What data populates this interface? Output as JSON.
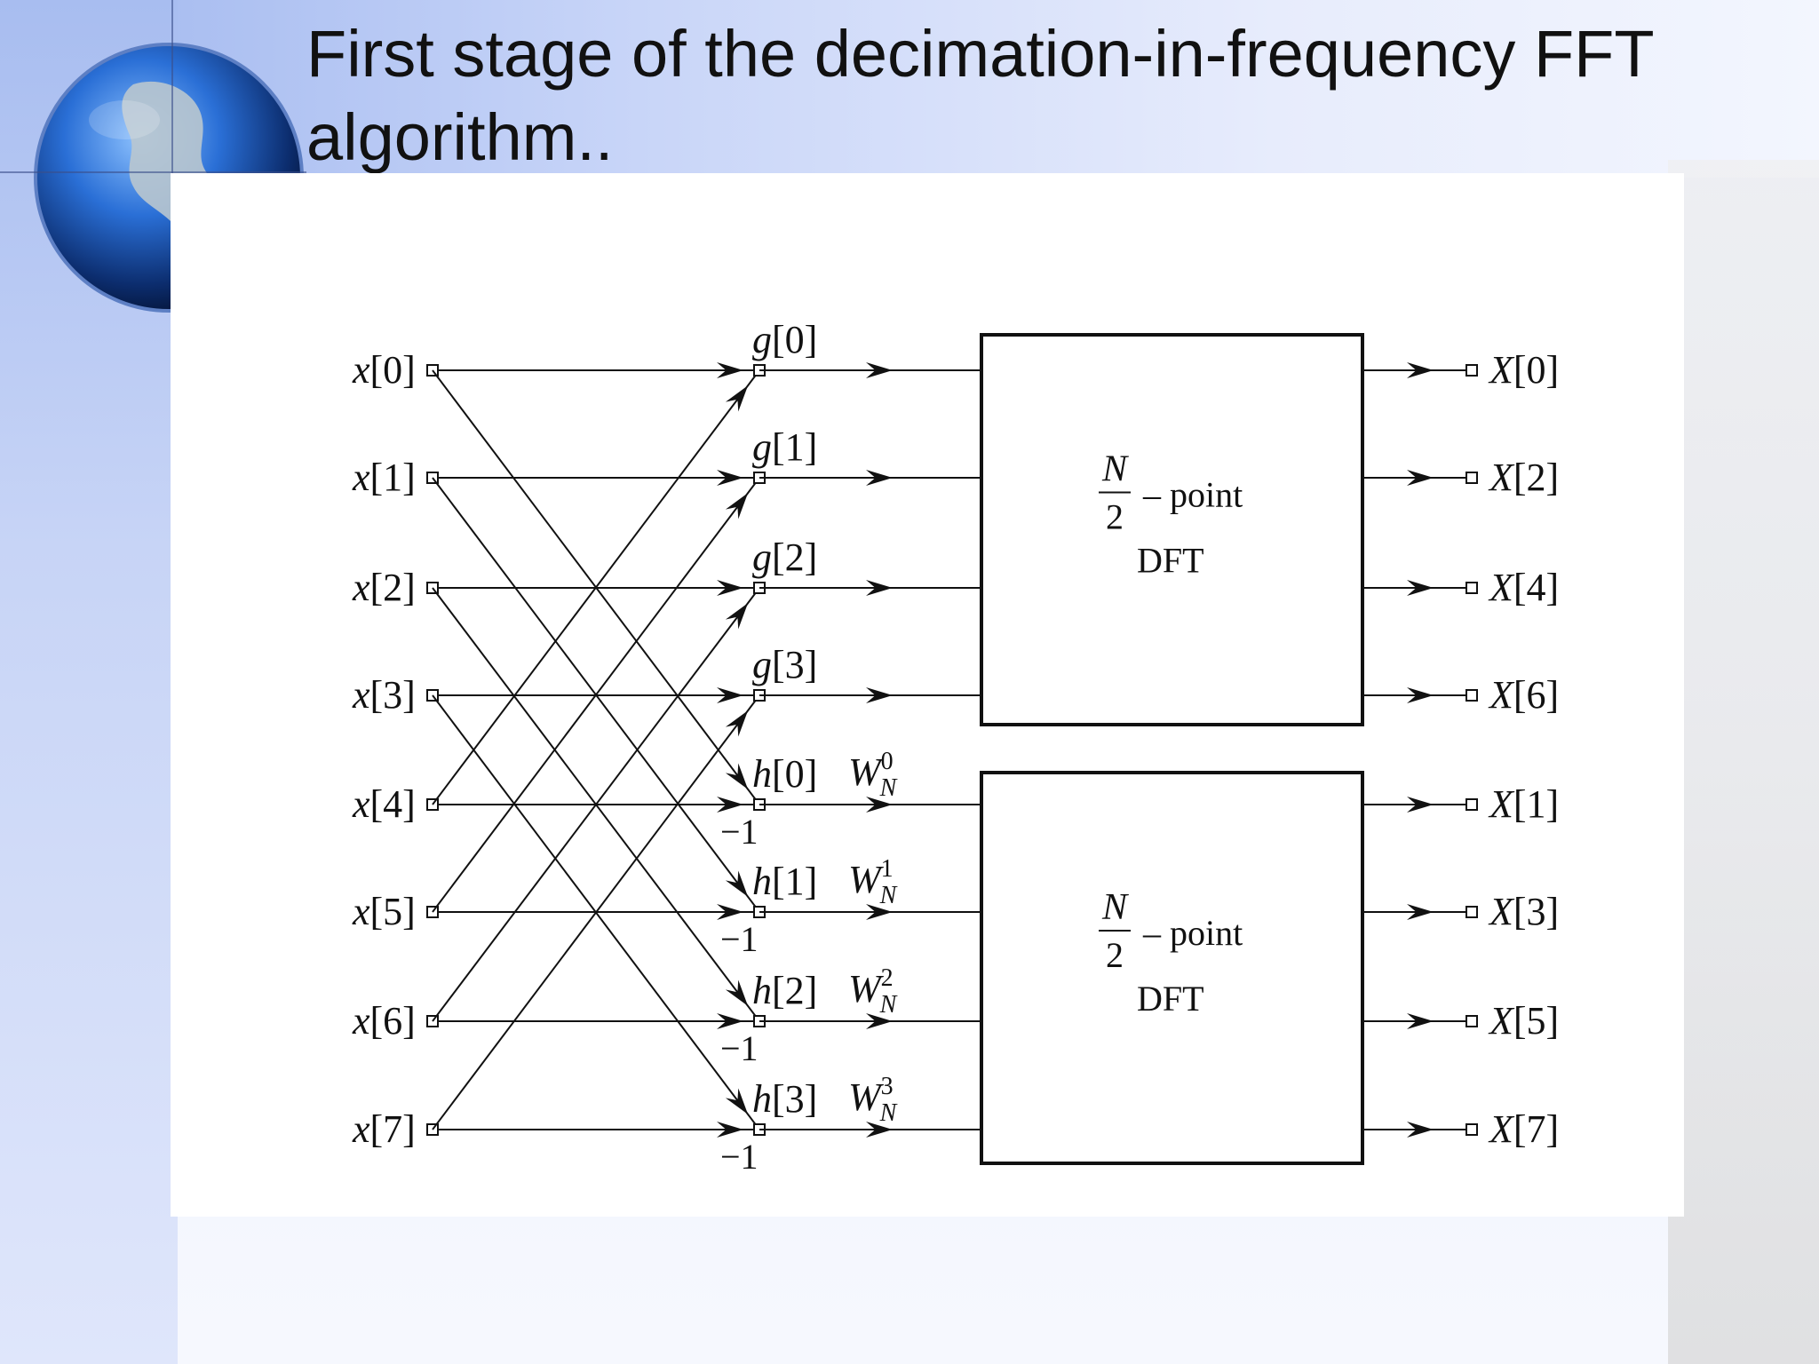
{
  "slide": {
    "title": "First stage of the decimation-in-frequency FFT algorithm.."
  },
  "icons": {
    "logo": "globe-icon"
  },
  "colors": {
    "background": "#dfe6fb",
    "accent": "#9fb6ee",
    "text": "#111111"
  },
  "diagram": {
    "inputs": [
      "x[0]",
      "x[1]",
      "x[2]",
      "x[3]",
      "x[4]",
      "x[5]",
      "x[6]",
      "x[7]"
    ],
    "intermediate": [
      "g[0]",
      "g[1]",
      "g[2]",
      "g[3]",
      "h[0]",
      "h[1]",
      "h[2]",
      "h[3]"
    ],
    "minus_one": "−1",
    "twiddles": [
      {
        "base": "W",
        "sub": "N",
        "sup": "0"
      },
      {
        "base": "W",
        "sub": "N",
        "sup": "1"
      },
      {
        "base": "W",
        "sub": "N",
        "sup": "2"
      },
      {
        "base": "W",
        "sub": "N",
        "sup": "3"
      }
    ],
    "dft_blocks": [
      {
        "numerator": "N",
        "denominator": "2",
        "suffix": "– point",
        "name": "DFT"
      },
      {
        "numerator": "N",
        "denominator": "2",
        "suffix": "– point",
        "name": "DFT"
      }
    ],
    "outputs": [
      "X[0]",
      "X[2]",
      "X[4]",
      "X[6]",
      "X[1]",
      "X[3]",
      "X[5]",
      "X[7]"
    ]
  }
}
